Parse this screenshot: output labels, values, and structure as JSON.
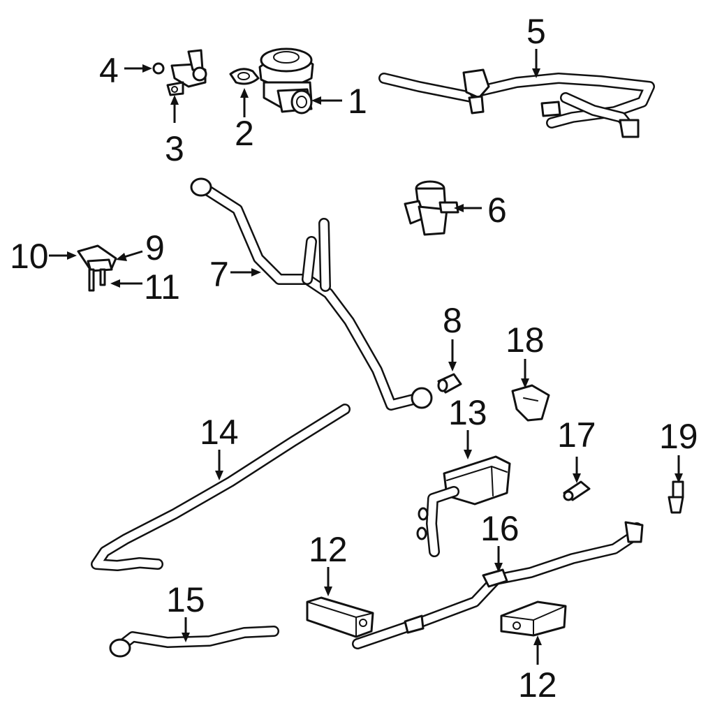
{
  "callouts": [
    {
      "id": "1",
      "text": "1"
    },
    {
      "id": "2",
      "text": "2"
    },
    {
      "id": "3",
      "text": "3"
    },
    {
      "id": "4",
      "text": "4"
    },
    {
      "id": "5",
      "text": "5"
    },
    {
      "id": "6",
      "text": "6"
    },
    {
      "id": "7",
      "text": "7"
    },
    {
      "id": "8",
      "text": "8"
    },
    {
      "id": "9",
      "text": "9"
    },
    {
      "id": "10",
      "text": "10"
    },
    {
      "id": "11",
      "text": "11"
    },
    {
      "id": "12a",
      "text": "12"
    },
    {
      "id": "12b",
      "text": "12"
    },
    {
      "id": "13",
      "text": "13"
    },
    {
      "id": "14",
      "text": "14"
    },
    {
      "id": "15",
      "text": "15"
    },
    {
      "id": "16",
      "text": "16"
    },
    {
      "id": "17",
      "text": "17"
    },
    {
      "id": "18",
      "text": "18"
    },
    {
      "id": "19",
      "text": "19"
    }
  ],
  "colors": {
    "line": "#111111",
    "background": "#ffffff"
  }
}
